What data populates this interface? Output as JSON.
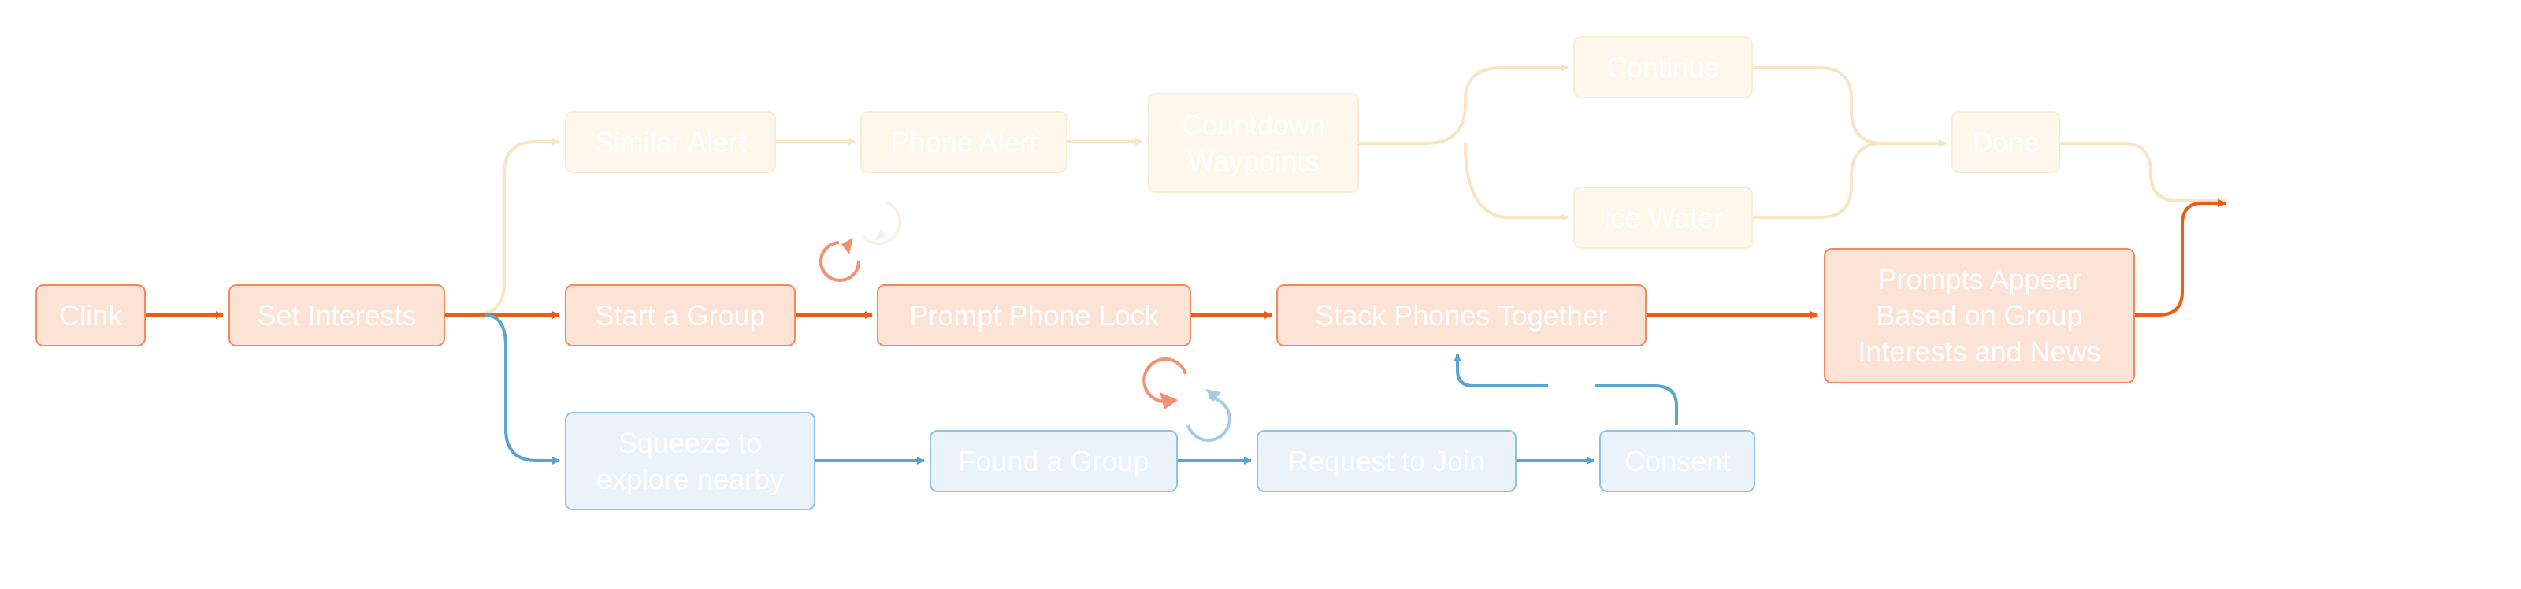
{
  "colors": {
    "orange": "#f05a16",
    "orange_fill": "#fde3d6",
    "blue": "#5ba3d0",
    "blue_fill": "#eaf3fa",
    "faded": "#f8e5c6",
    "faded_fill": "#fef7ec",
    "loop_orange": "#f39070",
    "loop_blue": "#a3cbe6",
    "loop_faded": "#f6f2ea"
  },
  "nodes": {
    "clink": "Clink",
    "set_interests": "Set Interests",
    "similar_alert": "Similar Alert",
    "phone_alert": "Phone Alert",
    "countdown_waypoints": "Countdown\nWaypoints",
    "continue": "Continue",
    "ice_water": "Ice Water",
    "done": "Done",
    "start_group": "Start a Group",
    "prompt_phone_lock": "Prompt Phone Lock",
    "stack_phones": "Stack Phones Together",
    "prompts_appear": "Prompts Appear\nBased on Group\nInterests and News",
    "squeeze": "Squeeze to\nexplore nearby",
    "found_group": "Found a Group",
    "request_join": "Request to Join",
    "consent": "Consent"
  }
}
